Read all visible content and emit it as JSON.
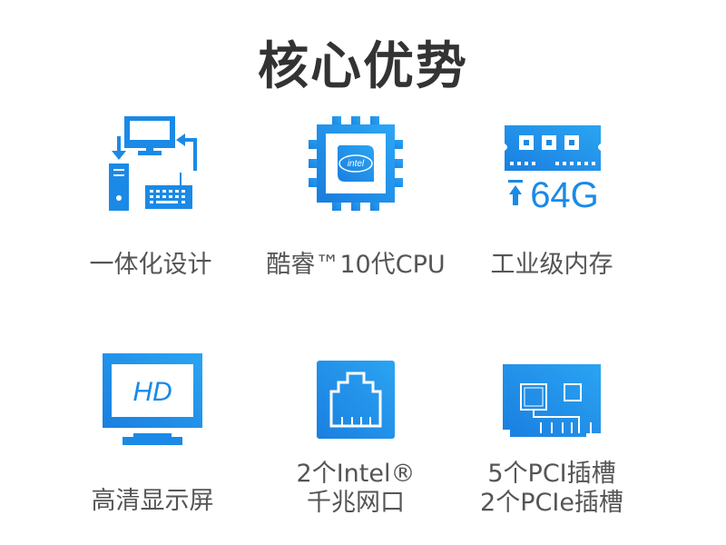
{
  "title": "核心优势",
  "colors": {
    "accent": "#1a8ae6",
    "accent_light": "#2ba0f0",
    "text": "#555555",
    "title": "#333333"
  },
  "features": [
    {
      "icon": "all-in-one-computer-icon",
      "label": "一体化设计"
    },
    {
      "icon": "intel-cpu-chip-icon",
      "icon_text": "intel",
      "label": "酷睿™10代CPU"
    },
    {
      "icon": "memory-ram-icon",
      "icon_text": "64G",
      "label": "工业级内存"
    },
    {
      "icon": "hd-monitor-icon",
      "icon_text": "HD",
      "label": "高清显示屏"
    },
    {
      "icon": "ethernet-port-icon",
      "label_line1": "2个Intel®",
      "label_line2": "千兆网口"
    },
    {
      "icon": "expansion-card-icon",
      "label_line1": "5个PCI插槽",
      "label_line2": "2个PCIe插槽"
    }
  ]
}
